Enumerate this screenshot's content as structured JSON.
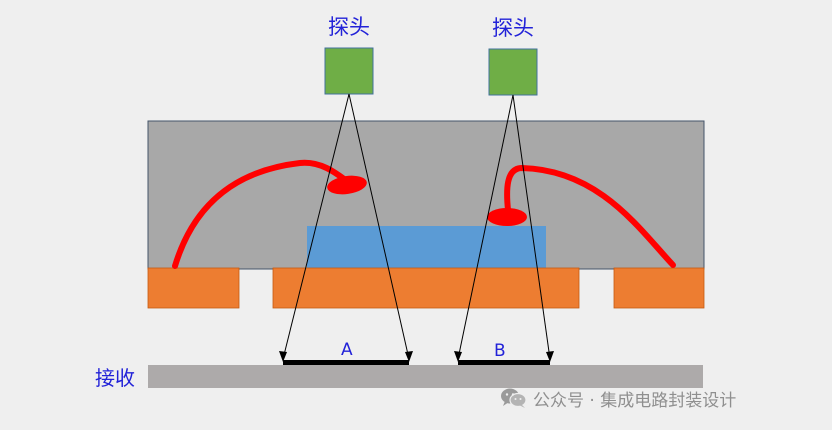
{
  "labels": {
    "probe_left": "探头",
    "probe_right": "探头",
    "point_a": "A",
    "point_b": "B",
    "receiver": "接收"
  },
  "watermark": {
    "icon": "wechat-icon",
    "text": "公众号 · 集成电路封装设计"
  },
  "colors": {
    "background": "#efefef",
    "probe": "#6fae46",
    "mold_body": "#a8a8a8",
    "die": "#5b9bd5",
    "substrate": "#ed7d31",
    "wire": "#ff0000",
    "receiver_plate": "#adaaaa",
    "label_text": "#2222d8"
  }
}
